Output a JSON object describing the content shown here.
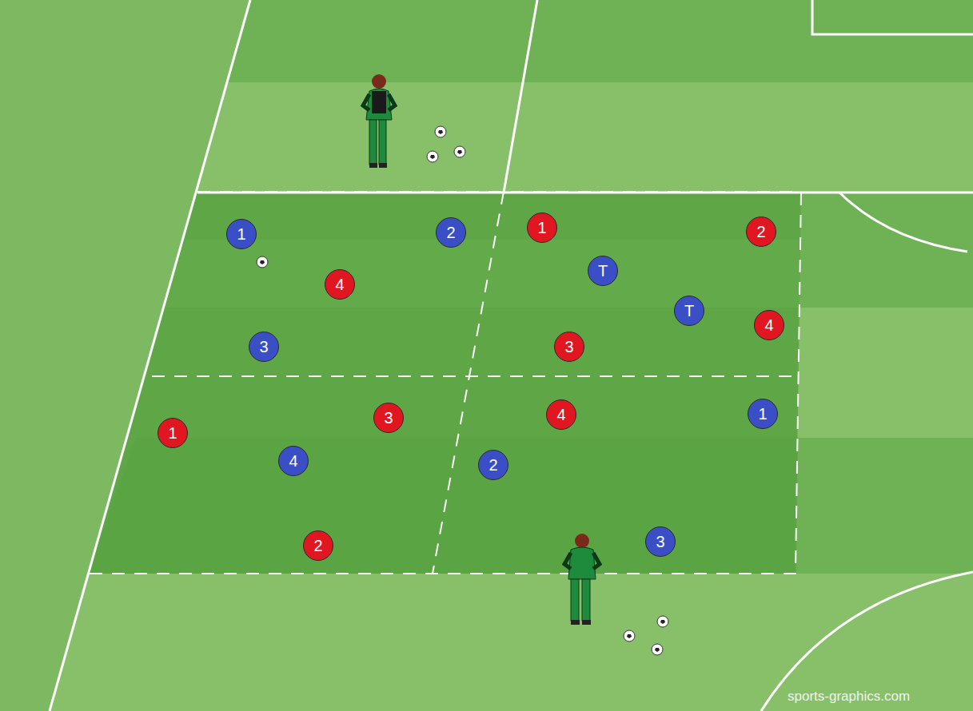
{
  "diagram": {
    "nodes": [
      {
        "text": [
          "1"
        ]
      },
      {
        "text": [
          "2"
        ]
      },
      {
        "text": [
          "1"
        ]
      },
      {
        "text": [
          "2"
        ]
      },
      {
        "text": [
          "T"
        ]
      },
      {
        "text": [
          "4"
        ]
      },
      {
        "text": [
          "T"
        ]
      },
      {
        "text": [
          "4"
        ]
      },
      {
        "text": [
          "3"
        ]
      },
      {
        "text": [
          "3"
        ]
      },
      {
        "text": [
          "4"
        ]
      },
      {
        "text": [
          "1"
        ]
      },
      {
        "text": [
          "3"
        ]
      },
      {
        "text": [
          "1"
        ]
      },
      {
        "text": [
          "4"
        ]
      },
      {
        "text": [
          "2"
        ]
      },
      {
        "text": [
          "3"
        ]
      },
      {
        "text": [
          "2"
        ]
      }
    ],
    "labels": [
      "sports-graphics.com"
    ]
  }
}
